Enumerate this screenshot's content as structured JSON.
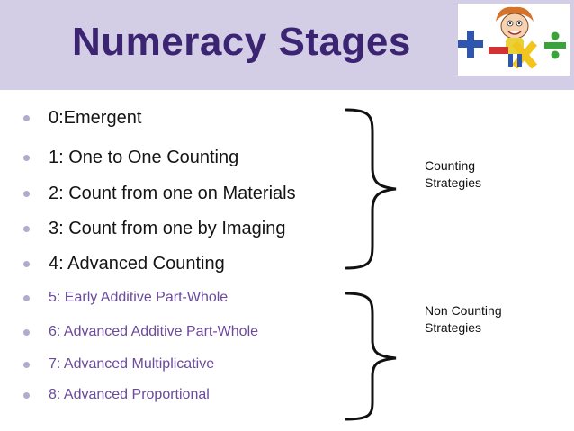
{
  "slide": {
    "title": "Numeracy Stages",
    "clipart_icon": "child-with-math-symbols-icon",
    "bullets": [
      {
        "text": "0:Emergent"
      },
      {
        "text": "1: One to One Counting"
      },
      {
        "text": "2: Count from one on Materials"
      },
      {
        "text": "3: Count from one by Imaging"
      },
      {
        "text": "4: Advanced Counting"
      },
      {
        "text": "5: Early Additive Part-Whole"
      },
      {
        "text": "6: Advanced Additive Part-Whole"
      },
      {
        "text": "7: Advanced Multiplicative"
      },
      {
        "text": "8: Advanced Proportional"
      }
    ],
    "group_labels": {
      "counting_line1": "Counting",
      "counting_line2": "Strategies",
      "non_counting_line1": "Non Counting",
      "non_counting_line2": "Strategies"
    },
    "colors": {
      "title": "#3b2472",
      "band": "#d4cde6",
      "bullet_dot": "#b3aacd",
      "small_text": "#6a4a9c"
    }
  }
}
